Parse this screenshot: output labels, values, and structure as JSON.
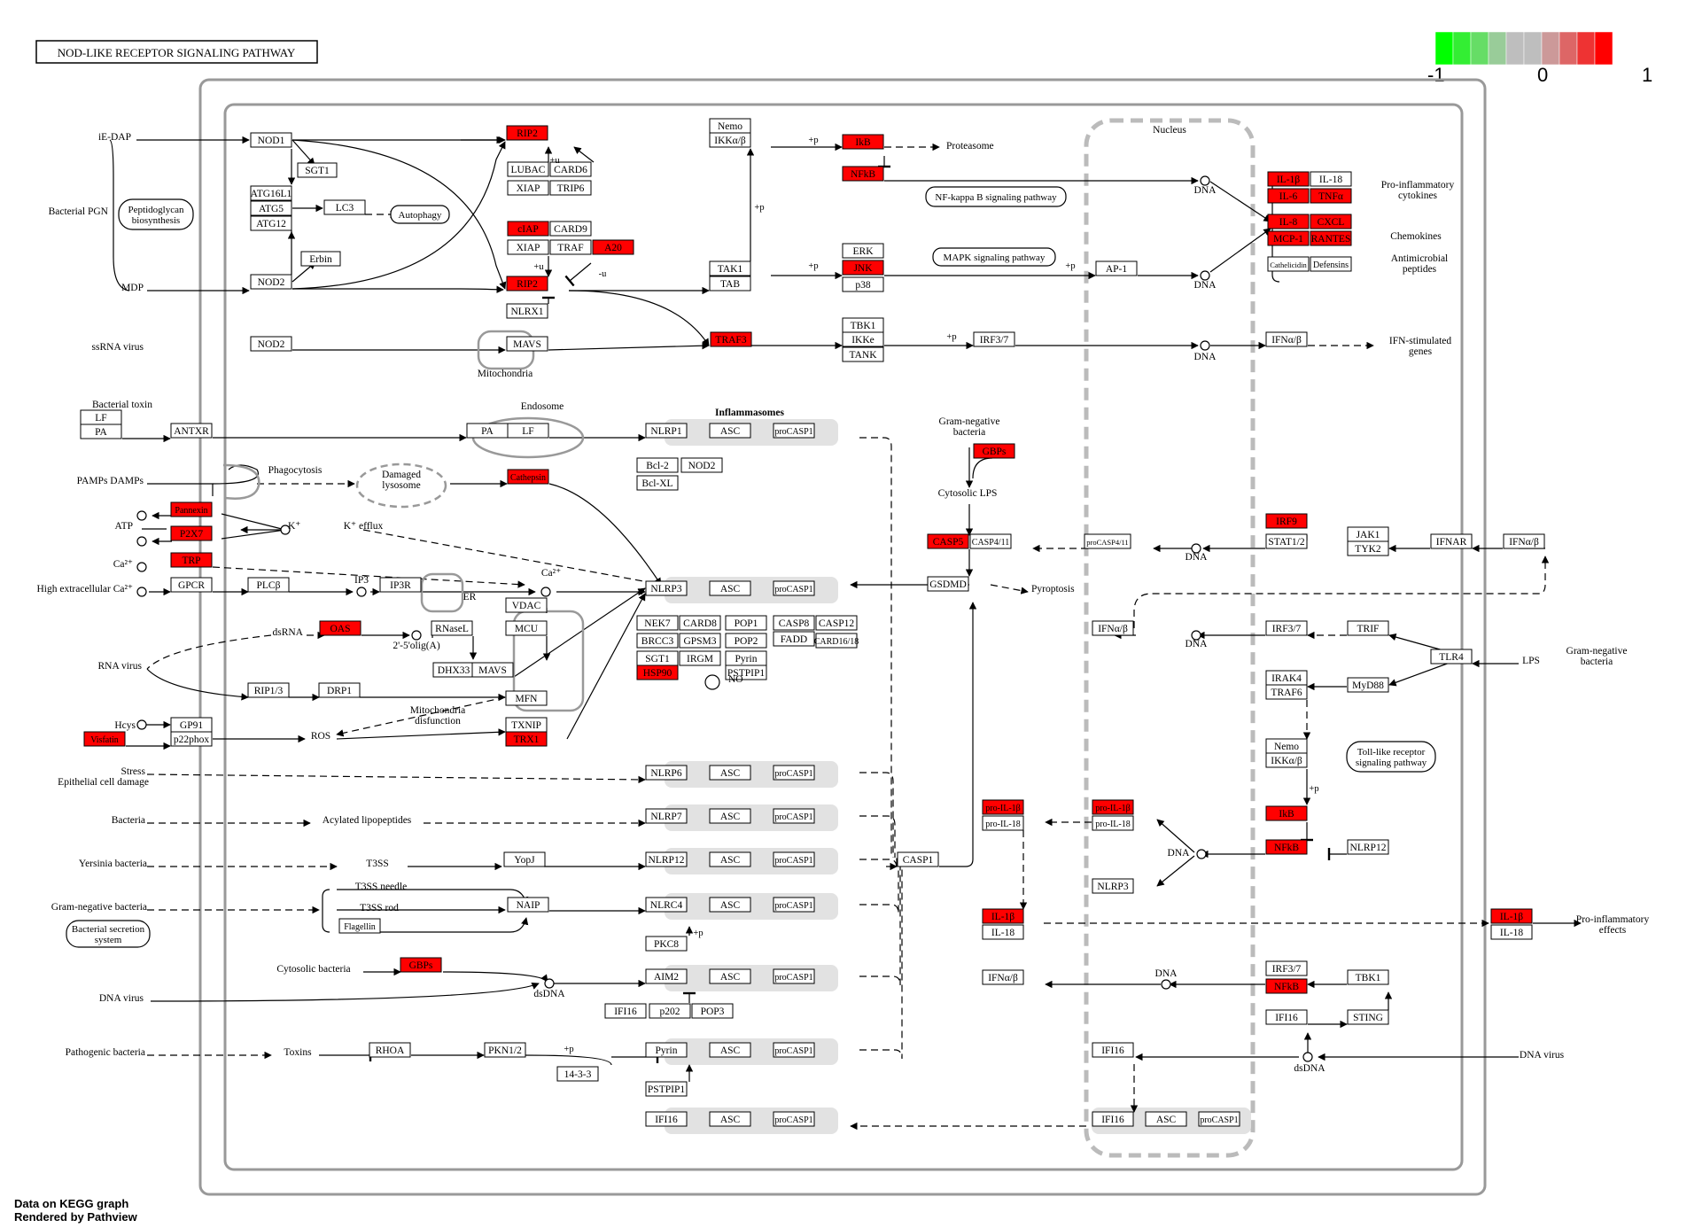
{
  "title": "NOD-LIKE RECEPTOR SIGNALING PATHWAY",
  "footer": [
    "Data on KEGG graph",
    "Rendered by Pathview"
  ],
  "legend": {
    "colors": [
      "#00ff00",
      "#33ee33",
      "#66dd66",
      "#99cc99",
      "#bebebe",
      "#bebebe",
      "#cc9999",
      "#dd6666",
      "#ee3333",
      "#ff0000"
    ],
    "tick_labels": [
      "-1",
      "0",
      "1"
    ]
  },
  "palette": {
    "up": "#ff0000",
    "neutral": "#ffffff",
    "complex": "#e2e2e2",
    "line": "#000000",
    "membrane": "#999999"
  },
  "genes": [
    {
      "id": "nod1",
      "label": "NOD1",
      "hl": false
    },
    {
      "id": "sgt1a",
      "label": "SGT1",
      "hl": false
    },
    {
      "id": "atg16l",
      "label": "ATG16L1",
      "hl": false
    },
    {
      "id": "atg5",
      "label": "ATG5",
      "hl": false
    },
    {
      "id": "atg12",
      "label": "ATG12",
      "hl": false
    },
    {
      "id": "lc3",
      "label": "LC3",
      "hl": false
    },
    {
      "id": "erbin",
      "label": "Erbin",
      "hl": false
    },
    {
      "id": "nod2a",
      "label": "NOD2",
      "hl": false
    },
    {
      "id": "nod2b",
      "label": "NOD2",
      "hl": false
    },
    {
      "id": "rip2a",
      "label": "RIP2",
      "hl": true
    },
    {
      "id": "lubac",
      "label": "LUBAC",
      "hl": false
    },
    {
      "id": "card6",
      "label": "CARD6",
      "hl": false
    },
    {
      "id": "xiap1",
      "label": "XIAP",
      "hl": false
    },
    {
      "id": "trip6",
      "label": "TRIP6",
      "hl": false
    },
    {
      "id": "ciap",
      "label": "cIAP",
      "hl": true
    },
    {
      "id": "card9",
      "label": "CARD9",
      "hl": false
    },
    {
      "id": "xiap2",
      "label": "XIAP",
      "hl": false
    },
    {
      "id": "traf",
      "label": "TRAF",
      "hl": false
    },
    {
      "id": "a20",
      "label": "A20",
      "hl": true
    },
    {
      "id": "rip2b",
      "label": "RIP2",
      "hl": true
    },
    {
      "id": "nlrx1",
      "label": "NLRX1",
      "hl": false
    },
    {
      "id": "mavs1",
      "label": "MAVS",
      "hl": false
    },
    {
      "id": "traf3",
      "label": "TRAF3",
      "hl": true
    },
    {
      "id": "nemo1",
      "label": "Nemo",
      "hl": false
    },
    {
      "id": "ikkab1",
      "label": "IKKα/β",
      "hl": false
    },
    {
      "id": "ikb1",
      "label": "IkB",
      "hl": true
    },
    {
      "id": "nfkb1",
      "label": "NFkB",
      "hl": true
    },
    {
      "id": "tak1",
      "label": "TAK1",
      "hl": false
    },
    {
      "id": "tab",
      "label": "TAB",
      "hl": false
    },
    {
      "id": "erk",
      "label": "ERK",
      "hl": false
    },
    {
      "id": "jnk",
      "label": "JNK",
      "hl": true
    },
    {
      "id": "p38",
      "label": "p38",
      "hl": false
    },
    {
      "id": "tbk1a",
      "label": "TBK1",
      "hl": false
    },
    {
      "id": "ikke",
      "label": "IKKe",
      "hl": false
    },
    {
      "id": "tank",
      "label": "TANK",
      "hl": false
    },
    {
      "id": "irf37a",
      "label": "IRF3/7",
      "hl": false
    },
    {
      "id": "ap1",
      "label": "AP-1",
      "hl": false
    },
    {
      "id": "ifnab1",
      "label": "IFNα/β",
      "hl": false
    },
    {
      "id": "il1b1",
      "label": "IL-1β",
      "hl": true
    },
    {
      "id": "il18a",
      "label": "IL-18",
      "hl": false
    },
    {
      "id": "il6",
      "label": "IL-6",
      "hl": true
    },
    {
      "id": "tnfa",
      "label": "TNFα",
      "hl": true
    },
    {
      "id": "il8",
      "label": "IL-8",
      "hl": true
    },
    {
      "id": "cxcl",
      "label": "CXCL",
      "hl": true
    },
    {
      "id": "mcp1",
      "label": "MCP-1",
      "hl": true
    },
    {
      "id": "rantes",
      "label": "RANTES",
      "hl": true
    },
    {
      "id": "cathel",
      "label": "Cathelicidin",
      "hl": false
    },
    {
      "id": "defens",
      "label": "Defensins",
      "hl": false
    },
    {
      "id": "lf1",
      "label": "LF",
      "hl": false
    },
    {
      "id": "pa1",
      "label": "PA",
      "hl": false
    },
    {
      "id": "antxr",
      "label": "ANTXR",
      "hl": false
    },
    {
      "id": "pa2",
      "label": "PA",
      "hl": false
    },
    {
      "id": "lf2",
      "label": "LF",
      "hl": false
    },
    {
      "id": "pannexin",
      "label": "Pannexin",
      "hl": true
    },
    {
      "id": "p2x7",
      "label": "P2X7",
      "hl": true
    },
    {
      "id": "trp",
      "label": "TRP",
      "hl": true
    },
    {
      "id": "gpcr",
      "label": "GPCR",
      "hl": false
    },
    {
      "id": "plcb",
      "label": "PLCβ",
      "hl": false
    },
    {
      "id": "ip3r",
      "label": "IP3R",
      "hl": false
    },
    {
      "id": "cathepsin",
      "label": "Cathepsin",
      "hl": true
    },
    {
      "id": "oas",
      "label": "OAS",
      "hl": true
    },
    {
      "id": "rnasel",
      "label": "RNaseL",
      "hl": false
    },
    {
      "id": "dhx33",
      "label": "DHX33",
      "hl": false
    },
    {
      "id": "mavs2",
      "label": "MAVS",
      "hl": false
    },
    {
      "id": "rip13",
      "label": "RIP1/3",
      "hl": false
    },
    {
      "id": "drp1",
      "label": "DRP1",
      "hl": false
    },
    {
      "id": "vdac",
      "label": "VDAC",
      "hl": false
    },
    {
      "id": "mcu",
      "label": "MCU",
      "hl": false
    },
    {
      "id": "mfn",
      "label": "MFN",
      "hl": false
    },
    {
      "id": "txnip",
      "label": "TXNIP",
      "hl": false
    },
    {
      "id": "trx1",
      "label": "TRX1",
      "hl": true
    },
    {
      "id": "gp91",
      "label": "GP91",
      "hl": false
    },
    {
      "id": "p22phox",
      "label": "p22phox",
      "hl": false
    },
    {
      "id": "visfatin",
      "label": "Visfatin",
      "hl": true
    },
    {
      "id": "nlrp1",
      "label": "NLRP1",
      "hl": false
    },
    {
      "id": "asc1",
      "label": "ASC",
      "hl": false
    },
    {
      "id": "procasp1a",
      "label": "proCASP1",
      "hl": false
    },
    {
      "id": "bcl2",
      "label": "Bcl-2",
      "hl": false
    },
    {
      "id": "nod2c",
      "label": "NOD2",
      "hl": false
    },
    {
      "id": "bclxl",
      "label": "Bcl-XL",
      "hl": false
    },
    {
      "id": "nlrp3",
      "label": "NLRP3",
      "hl": false
    },
    {
      "id": "asc2",
      "label": "ASC",
      "hl": false
    },
    {
      "id": "procasp1b",
      "label": "proCASP1",
      "hl": false
    },
    {
      "id": "nek7",
      "label": "NEK7",
      "hl": false
    },
    {
      "id": "card8",
      "label": "CARD8",
      "hl": false
    },
    {
      "id": "pop1",
      "label": "POP1",
      "hl": false
    },
    {
      "id": "casp8",
      "label": "CASP8",
      "hl": false
    },
    {
      "id": "casp12",
      "label": "CASP12",
      "hl": false
    },
    {
      "id": "brcc3",
      "label": "BRCC3",
      "hl": false
    },
    {
      "id": "gbp5",
      "label": "GPSM3",
      "hl": false
    },
    {
      "id": "pop2",
      "label": "POP2",
      "hl": false
    },
    {
      "id": "fadd",
      "label": "FADD",
      "hl": false
    },
    {
      "id": "card16",
      "label": "CARD16/18",
      "hl": false
    },
    {
      "id": "sgt1b",
      "label": "SGT1",
      "hl": false
    },
    {
      "id": "irgm",
      "label": "IRGM",
      "hl": false
    },
    {
      "id": "pyrin1",
      "label": "Pyrin",
      "hl": false
    },
    {
      "id": "hsp90",
      "label": "HSP90",
      "hl": true
    },
    {
      "id": "pstpip1a",
      "label": "PSTPIP1",
      "hl": false
    },
    {
      "id": "nlrp6",
      "label": "NLRP6",
      "hl": false
    },
    {
      "id": "asc3",
      "label": "ASC",
      "hl": false
    },
    {
      "id": "procasp1c",
      "label": "proCASP1",
      "hl": false
    },
    {
      "id": "nlrp7",
      "label": "NLRP7",
      "hl": false
    },
    {
      "id": "asc4",
      "label": "ASC",
      "hl": false
    },
    {
      "id": "procasp1d",
      "label": "proCASP1",
      "hl": false
    },
    {
      "id": "yopj",
      "label": "YopJ",
      "hl": false
    },
    {
      "id": "nlrp12a",
      "label": "NLRP12",
      "hl": false
    },
    {
      "id": "asc5",
      "label": "ASC",
      "hl": false
    },
    {
      "id": "procasp1e",
      "label": "proCASP1",
      "hl": false
    },
    {
      "id": "flagellin",
      "label": "Flagellin",
      "hl": false
    },
    {
      "id": "naip",
      "label": "NAIP",
      "hl": false
    },
    {
      "id": "nlrc4",
      "label": "NLRC4",
      "hl": false
    },
    {
      "id": "asc6",
      "label": "ASC",
      "hl": false
    },
    {
      "id": "procasp1f",
      "label": "proCASP1",
      "hl": false
    },
    {
      "id": "pkc8",
      "label": "PKC8",
      "hl": false
    },
    {
      "id": "gbps",
      "label": "GBPs",
      "hl": true
    },
    {
      "id": "aim2",
      "label": "AIM2",
      "hl": false
    },
    {
      "id": "asc7",
      "label": "ASC",
      "hl": false
    },
    {
      "id": "procasp1g",
      "label": "proCASP1",
      "hl": false
    },
    {
      "id": "ifi16a",
      "label": "IFI16",
      "hl": false
    },
    {
      "id": "p202",
      "label": "p202",
      "hl": false
    },
    {
      "id": "pop3",
      "label": "POP3",
      "hl": false
    },
    {
      "id": "rhoa",
      "label": "RHOA",
      "hl": false
    },
    {
      "id": "pkn12",
      "label": "PKN1/2",
      "hl": false
    },
    {
      "id": "g1433",
      "label": "14-3-3",
      "hl": false
    },
    {
      "id": "pyrin2",
      "label": "Pyrin",
      "hl": false
    },
    {
      "id": "asc8",
      "label": "ASC",
      "hl": false
    },
    {
      "id": "procasp1h",
      "label": "proCASP1",
      "hl": false
    },
    {
      "id": "pstpip1b",
      "label": "PSTPIP1",
      "hl": false
    },
    {
      "id": "ifi16b",
      "label": "IFI16",
      "hl": false
    },
    {
      "id": "asc9",
      "label": "ASC",
      "hl": false
    },
    {
      "id": "procasp1i",
      "label": "proCASP1",
      "hl": false
    },
    {
      "id": "casp1",
      "label": "CASP1",
      "hl": false
    },
    {
      "id": "gbp2",
      "label": "GBPs",
      "hl": true
    },
    {
      "id": "casp5",
      "label": "CASP5",
      "hl": true
    },
    {
      "id": "casp411",
      "label": "CASP4/11",
      "hl": false
    },
    {
      "id": "gsdmd",
      "label": "GSDMD",
      "hl": false
    },
    {
      "id": "procasp411",
      "label": "proCASP4/11",
      "hl": false
    },
    {
      "id": "irf9",
      "label": "IRF9",
      "hl": true
    },
    {
      "id": "stat12",
      "label": "STAT1/2",
      "hl": false
    },
    {
      "id": "jak1",
      "label": "JAK1",
      "hl": false
    },
    {
      "id": "tyk2",
      "label": "TYK2",
      "hl": false
    },
    {
      "id": "ifnar",
      "label": "IFNAR",
      "hl": false
    },
    {
      "id": "ifnab2",
      "label": "IFNα/β",
      "hl": false
    },
    {
      "id": "ifnab3",
      "label": "IFNα/β",
      "hl": false
    },
    {
      "id": "irf37b",
      "label": "IRF3/7",
      "hl": false
    },
    {
      "id": "trif",
      "label": "TRIF",
      "hl": false
    },
    {
      "id": "tlr4",
      "label": "TLR4",
      "hl": false
    },
    {
      "id": "irak4",
      "label": "IRAK4",
      "hl": false
    },
    {
      "id": "traf6",
      "label": "TRAF6",
      "hl": false
    },
    {
      "id": "myd88",
      "label": "MyD88",
      "hl": false
    },
    {
      "id": "nemo2",
      "label": "Nemo",
      "hl": false
    },
    {
      "id": "ikkab2",
      "label": "IKKα/β",
      "hl": false
    },
    {
      "id": "ikb2",
      "label": "IkB",
      "hl": true
    },
    {
      "id": "nfkb2",
      "label": "NFkB",
      "hl": true
    },
    {
      "id": "nlrp12b",
      "label": "NLRP12",
      "hl": false
    },
    {
      "id": "proil1b1",
      "label": "pro-IL-1β",
      "hl": true
    },
    {
      "id": "proil18a",
      "label": "pro-IL-18",
      "hl": false
    },
    {
      "id": "proil1b2",
      "label": "pro-IL-1β",
      "hl": true
    },
    {
      "id": "proil18b",
      "label": "pro-IL-18",
      "hl": false
    },
    {
      "id": "nlrp3b",
      "label": "NLRP3",
      "hl": false
    },
    {
      "id": "il1b2",
      "label": "IL-1β",
      "hl": true
    },
    {
      "id": "il18b",
      "label": "IL-18",
      "hl": false
    },
    {
      "id": "il1b3",
      "label": "IL-1β",
      "hl": true
    },
    {
      "id": "il18c",
      "label": "IL-18",
      "hl": false
    },
    {
      "id": "ifnab4",
      "label": "IFNα/β",
      "hl": false
    },
    {
      "id": "irf37c",
      "label": "IRF3/7",
      "hl": false
    },
    {
      "id": "nfkb3",
      "label": "NFkB",
      "hl": true
    },
    {
      "id": "tbk1b",
      "label": "TBK1",
      "hl": false
    },
    {
      "id": "ifi16c",
      "label": "IFI16",
      "hl": false
    },
    {
      "id": "sting",
      "label": "STING",
      "hl": false
    },
    {
      "id": "ifi16d",
      "label": "IFI16",
      "hl": false
    },
    {
      "id": "ifi16e",
      "label": "IFI16",
      "hl": false
    },
    {
      "id": "asc10",
      "label": "ASC",
      "hl": false
    },
    {
      "id": "procasp1j",
      "label": "proCASP1",
      "hl": false
    }
  ],
  "maps": [
    {
      "id": "pepbio",
      "label": "Peptidoglycan biosynthesis"
    },
    {
      "id": "autophagy",
      "label": "Autophagy"
    },
    {
      "id": "nfkbpath",
      "label": "NF-kappa B signaling pathway"
    },
    {
      "id": "mapkpath",
      "label": "MAPK signaling pathway"
    },
    {
      "id": "tlrpath",
      "label": "Toll-like receptor signaling pathway"
    },
    {
      "id": "bactsec",
      "label": "Bacterial secretion system"
    }
  ],
  "labels": [
    {
      "id": "iedap",
      "text": "iE-DAP"
    },
    {
      "id": "bpgn",
      "text": "Bacterial PGN"
    },
    {
      "id": "mdp",
      "text": "MDP"
    },
    {
      "id": "ssrna",
      "text": "ssRNA virus"
    },
    {
      "id": "mito1",
      "text": "Mitochondria"
    },
    {
      "id": "bacttox",
      "text": "Bacterial toxin"
    },
    {
      "id": "endosome",
      "text": "Endosome"
    },
    {
      "id": "pamps",
      "text": "PAMPs DAMPs"
    },
    {
      "id": "phago",
      "text": "Phagocytosis"
    },
    {
      "id": "damaged",
      "text": "Damaged lysosome"
    },
    {
      "id": "atp",
      "text": "ATP"
    },
    {
      "id": "kplus",
      "text": "K⁺"
    },
    {
      "id": "kefflux",
      "text": "K⁺ efflux"
    },
    {
      "id": "ca2a",
      "text": "Ca²⁺"
    },
    {
      "id": "highca",
      "text": "High extracellular Ca²⁺"
    },
    {
      "id": "ip3",
      "text": "IP3"
    },
    {
      "id": "ca2b",
      "text": "Ca²⁺"
    },
    {
      "id": "er",
      "text": "ER"
    },
    {
      "id": "dsrna",
      "text": "dsRNA"
    },
    {
      "id": "oligo",
      "text": "2'-5'olig(A)"
    },
    {
      "id": "rnavirus",
      "text": "RNA virus"
    },
    {
      "id": "mitodys",
      "text": "Mitochondria disfunction"
    },
    {
      "id": "hcys",
      "text": "Hcys"
    },
    {
      "id": "ros",
      "text": "ROS"
    },
    {
      "id": "stress",
      "text": "Stress"
    },
    {
      "id": "epidmg",
      "text": "Epithelial cell damage"
    },
    {
      "id": "bacteria",
      "text": "Bacteria"
    },
    {
      "id": "acyl",
      "text": "Acylated lipopeptides"
    },
    {
      "id": "yersinia",
      "text": "Yersinia bacteria"
    },
    {
      "id": "t3ss",
      "text": "T3SS"
    },
    {
      "id": "gramneg1",
      "text": "Gram-negative bacteria"
    },
    {
      "id": "t3ssneedle",
      "text": "T3SS needle"
    },
    {
      "id": "t3ssrod",
      "text": "T3SS rod"
    },
    {
      "id": "cytobact",
      "text": "Cytosolic bacteria"
    },
    {
      "id": "dnavirus1",
      "text": "DNA virus"
    },
    {
      "id": "dsdna1",
      "text": "dsDNA"
    },
    {
      "id": "pathobact",
      "text": "Pathogenic bacteria"
    },
    {
      "id": "toxins",
      "text": "Toxins"
    },
    {
      "id": "inflam",
      "text": "Inflammasomes"
    },
    {
      "id": "gramneg2",
      "text": "Gram-negative bacteria"
    },
    {
      "id": "cytolps",
      "text": "Cytosolic LPS"
    },
    {
      "id": "pyropt",
      "text": "Pyroptosis"
    },
    {
      "id": "proteasome",
      "text": "Proteasome"
    },
    {
      "id": "nucleus",
      "text": "Nucleus"
    },
    {
      "id": "dna1",
      "text": "DNA"
    },
    {
      "id": "dna2",
      "text": "DNA"
    },
    {
      "id": "dna3",
      "text": "DNA"
    },
    {
      "id": "dna4",
      "text": "DNA"
    },
    {
      "id": "dna5",
      "text": "DNA"
    },
    {
      "id": "dna6",
      "text": "DNA"
    },
    {
      "id": "dna7",
      "text": "DNA"
    },
    {
      "id": "proinfcyt",
      "text": "Pro-inflammatory cytokines"
    },
    {
      "id": "chemokines",
      "text": "Chemokines"
    },
    {
      "id": "antimicro",
      "text": "Antimicrobial peptides"
    },
    {
      "id": "ifnstim",
      "text": "IFN-stimulated genes"
    },
    {
      "id": "lps",
      "text": "LPS"
    },
    {
      "id": "gramneg3",
      "text": "Gram-negative bacteria"
    },
    {
      "id": "proinfeff",
      "text": "Pro-inflammatory effects"
    },
    {
      "id": "dnavirus2",
      "text": "DNA virus"
    },
    {
      "id": "dsdna2",
      "text": "dsDNA"
    },
    {
      "id": "plus_u1",
      "text": "+u"
    },
    {
      "id": "plus_u2",
      "text": "+u"
    },
    {
      "id": "minus_u",
      "text": "-u"
    },
    {
      "id": "plus_p1",
      "text": "+p"
    },
    {
      "id": "plus_p2",
      "text": "+p"
    },
    {
      "id": "plus_p3",
      "text": "+p"
    },
    {
      "id": "plus_p4",
      "text": "+p"
    },
    {
      "id": "plus_p5",
      "text": "+p"
    },
    {
      "id": "plus_p6",
      "text": "+p"
    },
    {
      "id": "plus_p7",
      "text": "+p"
    },
    {
      "id": "plus_p8",
      "text": "+p"
    },
    {
      "id": "no",
      "text": "NO"
    }
  ]
}
